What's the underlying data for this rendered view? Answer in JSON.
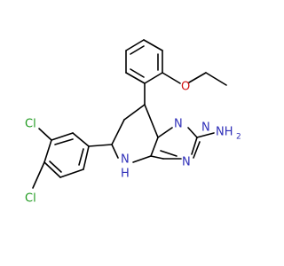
{
  "labels": {
    "nitrogen_ring": "N",
    "nitrogen_ring_2": "N",
    "nitrogen_ring_3": "N",
    "amine": "NH",
    "amine_subscript": "2",
    "oxygen": "O",
    "ring_nh": "N",
    "ring_nh_h": "H",
    "chlorine_1": "Cl",
    "chlorine_2": "Cl"
  },
  "colors": {
    "bond": "#000000",
    "nitrogen": "#2e2eb8",
    "oxygen": "#d01010",
    "chlorine": "#1f9a1f"
  }
}
